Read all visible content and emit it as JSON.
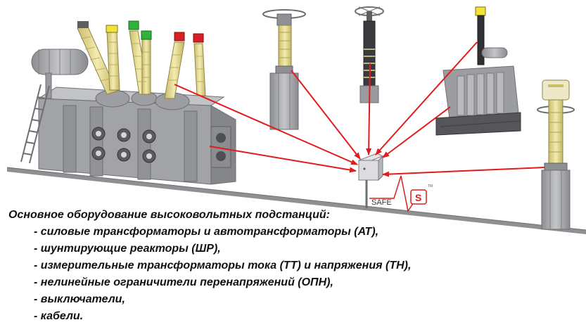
{
  "caption": {
    "title": "Основное оборудование высоковольтных подстанций:",
    "items": [
      "- силовые трансформаторы и автотрансформаторы (АТ),",
      "- шунтирующие реакторы (ШР),",
      "- измерительные трансформаторы тока (ТТ) и напряжения (ТН),",
      "- нелинейные ограничители перенапряжений (ОПН),",
      "- выключатели,",
      "- кабели."
    ]
  },
  "logo": {
    "left": "SAFE",
    "right": "S",
    "tm": "TM"
  },
  "colors": {
    "arrow": "#e31b1b",
    "equipment_body": "#a9aaad",
    "insulator": "#e8dc8f",
    "cap_yellow": "#f2e23a",
    "cap_green": "#2fb33a",
    "cap_red": "#d91f26",
    "logo_accent": "#e31b1b"
  },
  "icons": {
    "transformer": "power-transformer-icon",
    "reactor": "shunt-reactor-icon",
    "current_transformer": "current-transformer-icon",
    "surge_arrester": "surge-arrester-icon",
    "voltage_transformer": "voltage-transformer-icon",
    "cable_termination": "cable-termination-icon",
    "monitoring_box": "monitoring-box-icon"
  }
}
